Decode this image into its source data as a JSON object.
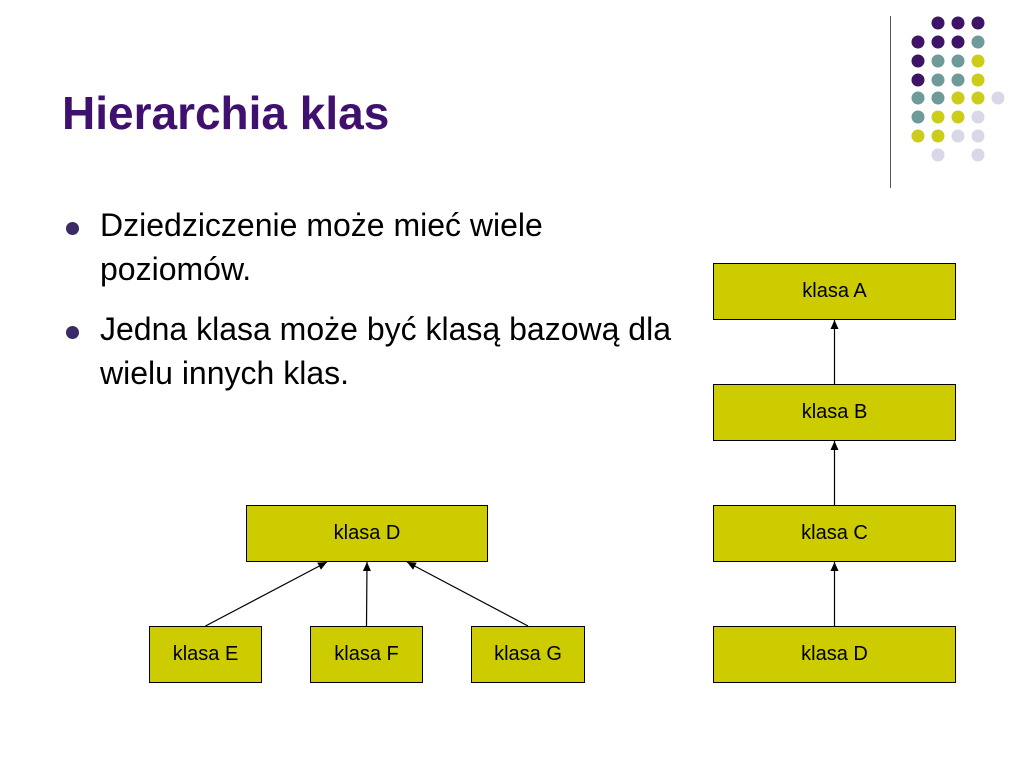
{
  "slide": {
    "title": "Hierarchia klas",
    "bullets": [
      "Dziedziczenie może mieć wiele poziomów.",
      "Jedna klasa może być klasą bazową dla wielu innych klas."
    ]
  },
  "colors": {
    "title": "#40106e",
    "node_fill": "#cccc00",
    "dot_purple": "#3d1466",
    "dot_teal": "#6f9a9a",
    "dot_olive": "#cccc1a",
    "dot_lavender": "#d8d8e8"
  },
  "diagram": {
    "nodes": [
      {
        "id": "A",
        "label": "klasa A"
      },
      {
        "id": "B",
        "label": "klasa B"
      },
      {
        "id": "C",
        "label": "klasa C"
      },
      {
        "id": "D1",
        "label": "klasa D"
      },
      {
        "id": "D2",
        "label": "klasa D"
      },
      {
        "id": "E",
        "label": "klasa E"
      },
      {
        "id": "F",
        "label": "klasa F"
      },
      {
        "id": "G",
        "label": "klasa G"
      }
    ],
    "edges": [
      {
        "from": "B",
        "to": "A"
      },
      {
        "from": "C",
        "to": "B"
      },
      {
        "from": "D1",
        "to": "C"
      },
      {
        "from": "E",
        "to": "D2"
      },
      {
        "from": "F",
        "to": "D2"
      },
      {
        "from": "G",
        "to": "D2"
      }
    ]
  }
}
